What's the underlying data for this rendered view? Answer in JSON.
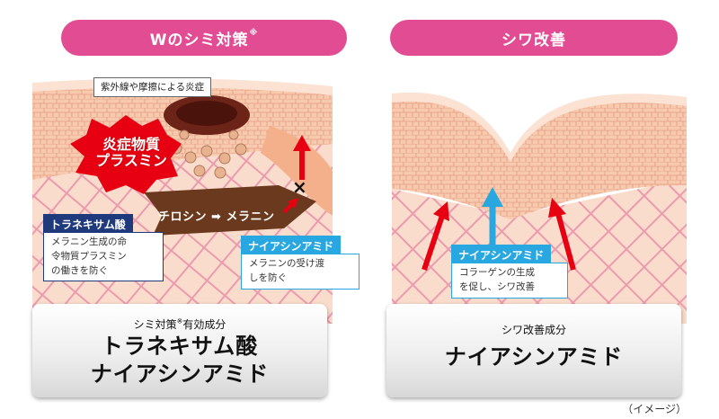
{
  "left": {
    "header": "Wのシミ対策",
    "header_mark": "※",
    "inflammation_callout": "紫外線や摩擦による炎症",
    "burst": [
      "炎症物質",
      "プラスミン"
    ],
    "process": {
      "from": "チロシン",
      "arrow": "➡",
      "to": "メラニン"
    },
    "blocked_mark": "×",
    "tranexamic": {
      "label": "トラネキサム酸",
      "desc": [
        "メラニン生成の命",
        "令物質プラスミン",
        "の働きを防ぐ"
      ]
    },
    "niacinamide": {
      "label": "ナイアシンアミド",
      "desc": [
        "メラニンの受け渡",
        "しを防ぐ"
      ]
    },
    "card": {
      "sub": "シミ対策",
      "sub_mark": "※",
      "sub_rest": "有効成分",
      "lines": [
        "トラネキサム酸",
        "ナイアシンアミド"
      ]
    }
  },
  "right": {
    "header": "シワ改善",
    "niacinamide": {
      "label": "ナイアシンアミド",
      "desc": [
        "コラーゲンの生成",
        "を促し、シワ改善"
      ]
    },
    "card": {
      "sub": "シワ改善成分",
      "lines": [
        "ナイアシンアミド"
      ]
    }
  },
  "caption": "（イメージ）",
  "colors": {
    "pink": "#e24c93",
    "navy": "#1e3a7c",
    "sky": "#29a7e0",
    "red": "#e60012",
    "skin": "#f6c6a8"
  }
}
